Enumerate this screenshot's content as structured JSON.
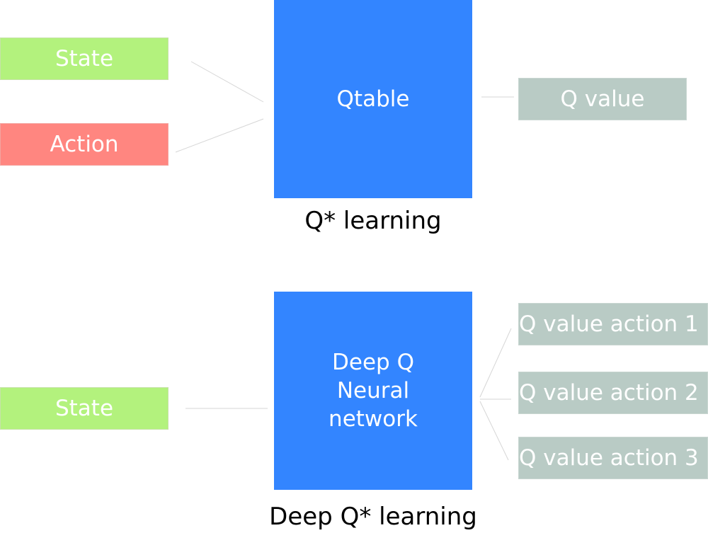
{
  "q_learning": {
    "inputs": {
      "state": "State",
      "action": "Action"
    },
    "model": "Qtable",
    "output": "Q value",
    "caption": "Q* learning"
  },
  "deep_q_learning": {
    "input": "State",
    "model": "Deep Q Neural network",
    "outputs": [
      "Q value action 1",
      "Q value action 2",
      "Q value action 3"
    ],
    "caption": "Deep Q* learning"
  },
  "colors": {
    "state": "#b3f27d",
    "action": "#ff8680",
    "model": "#3385ff",
    "output": "#b9cbc5"
  }
}
